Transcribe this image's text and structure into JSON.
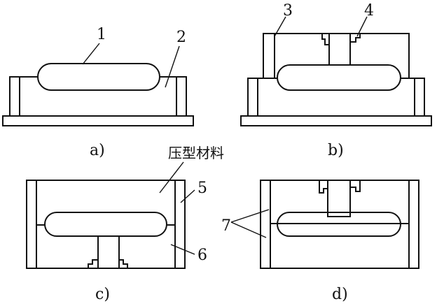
{
  "panels": [
    {
      "label": "a)"
    },
    {
      "label": "b)"
    },
    {
      "label": "c)"
    },
    {
      "label": "d)"
    }
  ],
  "callouts": {
    "n1": "1",
    "n2": "2",
    "n3": "3",
    "n4": "4",
    "n5": "5",
    "n6": "6",
    "n7": "7"
  },
  "material_label": "压型材料",
  "colors": {
    "ink": "#111111",
    "background": "#ffffff"
  }
}
